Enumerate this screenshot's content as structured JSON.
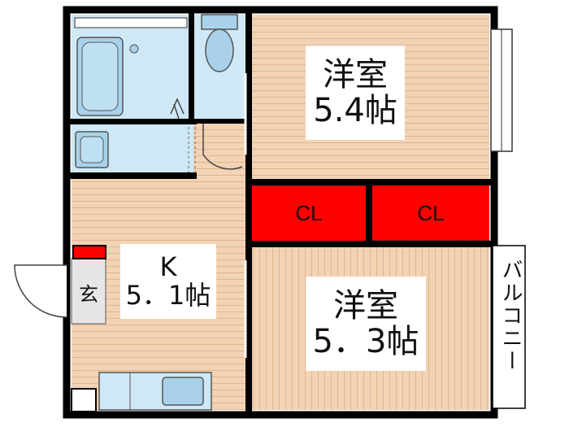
{
  "rooms": {
    "western_room_top": {
      "name": "洋室",
      "size": "5.4帖"
    },
    "western_room_bottom": {
      "name": "洋室",
      "size": "5．3帖"
    },
    "kitchen": {
      "name": "K",
      "size": "5．1帖"
    }
  },
  "closets": {
    "left": "CL",
    "right": "CL"
  },
  "entrance": "玄",
  "balcony": "バルコニー",
  "colors": {
    "wall": "#000000",
    "floor": "#f2d3b5",
    "floor_line": "#e2b48e",
    "closet": "#ff0000",
    "wet_area": "#cfe8f5",
    "fixture": "#a9d2ea",
    "balcony_bg": "#ffffff"
  }
}
